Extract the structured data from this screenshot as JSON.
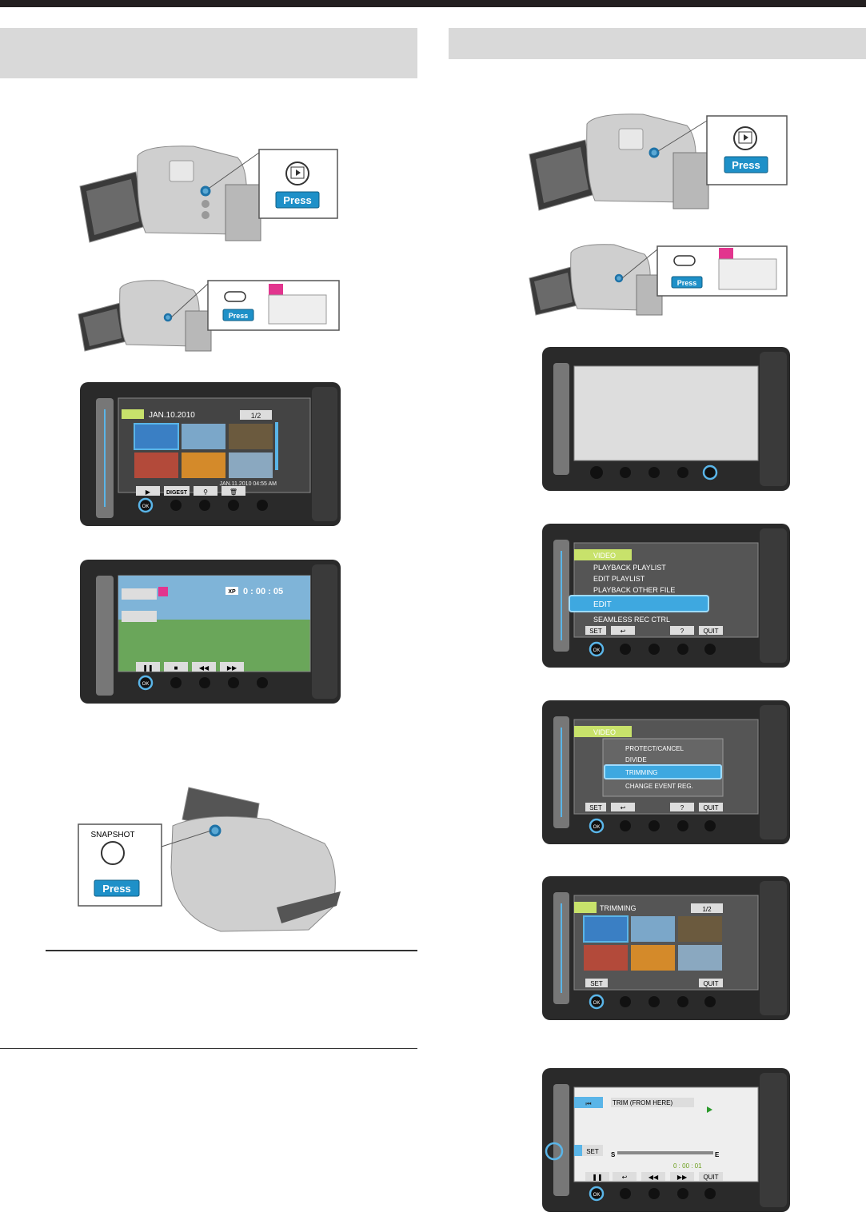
{
  "press_label": "Press",
  "snapshot_label": "SNAPSHOT",
  "ok_label": "OK",
  "screen_grid": {
    "date": "JAN.10.2010",
    "page": "1/2",
    "timestamp": "JAN.11.2010 04:55 AM",
    "buttons": [
      "▶",
      "DIGEST",
      "⚲",
      "🗑"
    ]
  },
  "screen_play": {
    "mode": "XP",
    "time": "0 : 00 : 05",
    "buttons": [
      "❚❚",
      "■",
      "◀◀",
      "▶▶"
    ]
  },
  "screen_menu": {
    "title": "VIDEO",
    "items": [
      "PLAYBACK PLAYLIST",
      "EDIT PLAYLIST",
      "PLAYBACK OTHER FILE",
      "EDIT",
      "SEAMLESS REC CTRL"
    ],
    "buttons": [
      "SET",
      "↩",
      "?",
      "QUIT"
    ]
  },
  "screen_edit": {
    "title": "VIDEO",
    "items": [
      "PROTECT/CANCEL",
      "DIVIDE",
      "TRIMMING",
      "CHANGE EVENT REG."
    ],
    "buttons": [
      "SET",
      "↩",
      "?",
      "QUIT"
    ]
  },
  "screen_trim_grid": {
    "title": "TRIMMING",
    "page": "1/2",
    "buttons": [
      "SET",
      "QUIT"
    ]
  },
  "screen_trim_play": {
    "label": "TRIM (FROM HERE)",
    "set": "SET",
    "time": "0 : 00 : 01",
    "start": "S",
    "end": "E",
    "buttons": [
      "❚❚",
      "↩",
      "◀◀",
      "▶▶",
      "QUIT"
    ]
  }
}
